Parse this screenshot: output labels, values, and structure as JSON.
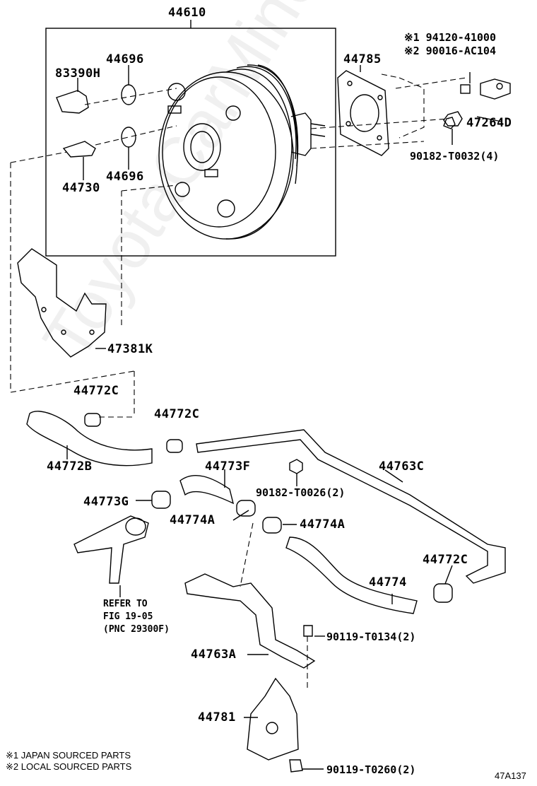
{
  "watermark": "ToyotaCarMine.ru",
  "legend": {
    "mark1_code": "※1 94120-41000",
    "mark2_code": "※2 90016-AC104",
    "note1": "※1 JAPAN SOURCED PARTS",
    "note2": "※2 LOCAL SOURCED PARTS"
  },
  "figure_id": "47A137",
  "parts": {
    "p44610": "44610",
    "p44696a": "44696",
    "p83390H": "83390H",
    "p44696b": "44696",
    "p44730": "44730",
    "p44785": "44785",
    "p47264D": "47264D",
    "p90182_T0032": "90182-T0032(4)",
    "p47381K": "47381K",
    "p44772C_a": "44772C",
    "p44772C_b": "44772C",
    "p44772B": "44772B",
    "p44773F": "44773F",
    "p44763C": "44763C",
    "p90182_T0026": "90182-T0026(2)",
    "p44773G": "44773G",
    "p44774A_a": "44774A",
    "p44774A_b": "44774A",
    "p44772C_c": "44772C",
    "p44774": "44774",
    "p90119_T0134": "90119-T0134(2)",
    "p44763A": "44763A",
    "p44781": "44781",
    "p90119_T0260": "90119-T0260(2)"
  },
  "refer": {
    "line1": "REFER TO",
    "line2": "FIG 19-05",
    "line3": "(PNC 29300F)"
  }
}
